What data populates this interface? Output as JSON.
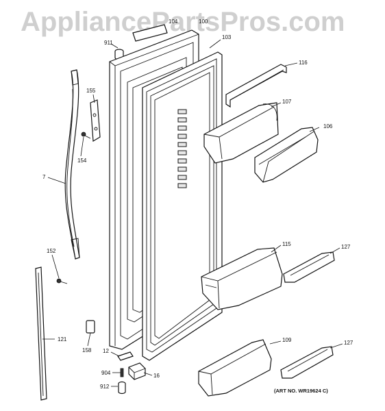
{
  "watermark": "AppliancePartsPros.com",
  "art_no": "(ART NO. WR19624 C)",
  "callouts": {
    "p911": "911",
    "p104": "104",
    "p100": "100",
    "p103": "103",
    "p116": "116",
    "p155": "155",
    "p107": "107",
    "p106": "106",
    "p154": "154",
    "p7": "7",
    "p115": "115",
    "p127a": "127",
    "p152": "152",
    "p121": "121",
    "p158": "158",
    "p12": "12",
    "p904": "904",
    "p16": "16",
    "p912": "912",
    "p109": "109",
    "p127b": "127"
  }
}
